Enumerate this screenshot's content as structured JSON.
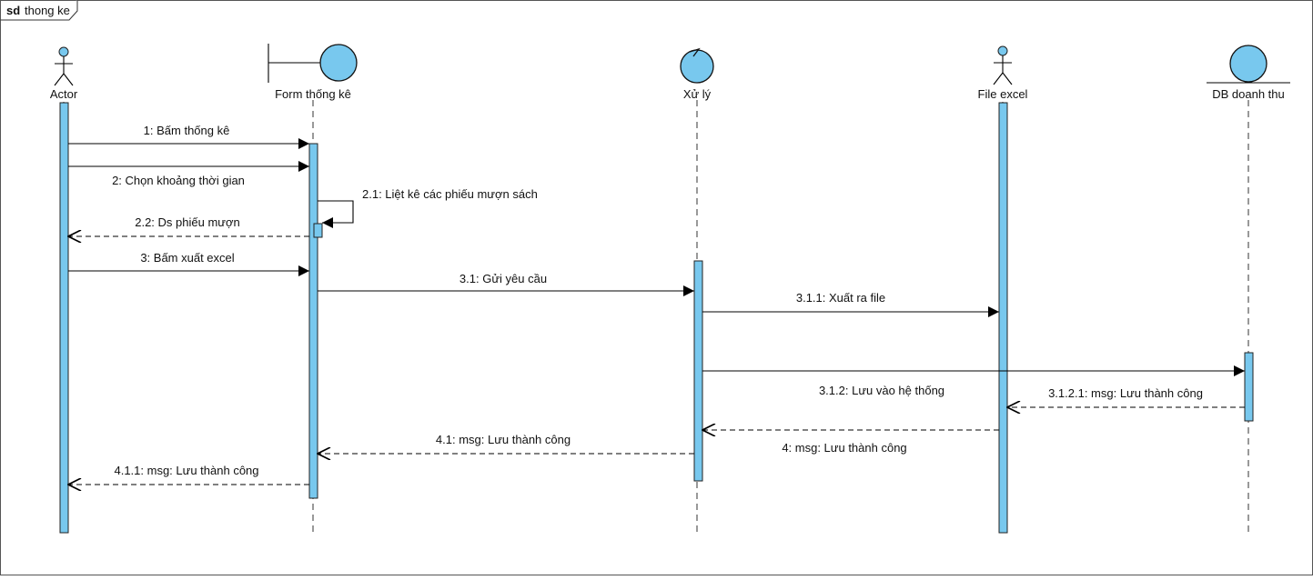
{
  "frame": {
    "keyword": "sd",
    "name": "thong ke"
  },
  "colors": {
    "fill": "#78c8ee",
    "stroke": "#000000"
  },
  "participants": [
    {
      "id": "actor",
      "kind": "actor-icon",
      "label": "Actor"
    },
    {
      "id": "form",
      "kind": "boundary-icon",
      "label": "Form thống kê"
    },
    {
      "id": "xuly",
      "kind": "control-icon",
      "label": "Xử lý"
    },
    {
      "id": "file",
      "kind": "actor-icon",
      "label": "File excel"
    },
    {
      "id": "db",
      "kind": "entity-icon",
      "label": "DB doanh thu"
    }
  ],
  "messages": [
    {
      "id": "m1",
      "from": "actor",
      "to": "form",
      "type": "sync",
      "label": "1: Bấm thống kê"
    },
    {
      "id": "m2",
      "from": "actor",
      "to": "form",
      "type": "sync",
      "label": "2: Chọn khoảng thời gian"
    },
    {
      "id": "m21",
      "from": "form",
      "to": "form",
      "type": "self",
      "label": "2.1: Liệt kê các phiếu mượn sách"
    },
    {
      "id": "m22",
      "from": "form",
      "to": "actor",
      "type": "return",
      "label": "2.2: Ds phiếu mượn"
    },
    {
      "id": "m3",
      "from": "actor",
      "to": "form",
      "type": "sync",
      "label": "3: Bấm xuất excel"
    },
    {
      "id": "m31",
      "from": "form",
      "to": "xuly",
      "type": "sync",
      "label": "3.1: Gửi yêu cầu"
    },
    {
      "id": "m311",
      "from": "xuly",
      "to": "file",
      "type": "sync",
      "label": "3.1.1: Xuất ra file"
    },
    {
      "id": "m312",
      "from": "xuly",
      "to": "db",
      "type": "sync",
      "label": "3.1.2: Lưu vào hệ thống"
    },
    {
      "id": "m3121",
      "from": "db",
      "to": "file",
      "type": "return",
      "label": "3.1.2.1: msg: Lưu thành công"
    },
    {
      "id": "m4",
      "from": "file",
      "to": "xuly",
      "type": "return",
      "label": "4: msg: Lưu thành công"
    },
    {
      "id": "m41",
      "from": "xuly",
      "to": "form",
      "type": "return",
      "label": "4.1: msg: Lưu thành công"
    },
    {
      "id": "m411",
      "from": "form",
      "to": "actor",
      "type": "return",
      "label": "4.1.1: msg: Lưu thành công"
    }
  ]
}
